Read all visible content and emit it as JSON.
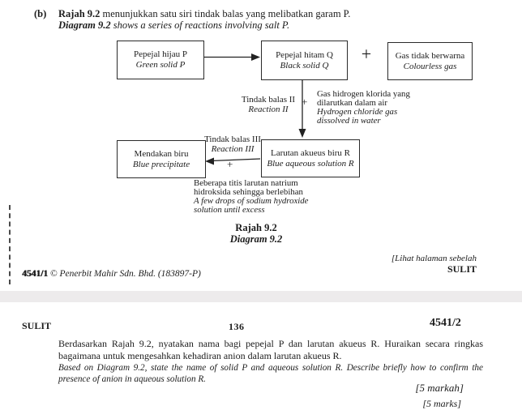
{
  "page1": {
    "question_label": "(b)",
    "intro": {
      "ms_bold": "Rajah 9.2",
      "ms_rest": " menunjukkan satu siri tindak balas yang melibatkan garam P.",
      "en_bold": "Diagram 9.2",
      "en_rest": " shows a series of reactions involving salt P."
    },
    "diagram": {
      "plus": "+",
      "boxes": {
        "green": {
          "ms": "Pepejal hijau P",
          "en": "Green solid P"
        },
        "black": {
          "ms": "Pepejal hitam Q",
          "en": "Black solid Q"
        },
        "gas": {
          "ms": "Gas tidak berwarna",
          "en": "Colourless gas"
        },
        "precipitate": {
          "ms": "Mendakan biru",
          "en": "Blue precipitate"
        },
        "solution": {
          "ms": "Larutan akueus biru R",
          "en": "Blue aqueous solution R"
        }
      },
      "reaction2": {
        "ms": "Tindak balas II",
        "en": "Reaction II"
      },
      "hcl": {
        "ms1": "Gas hidrogen klorida yang",
        "ms2": "dilarutkan dalam air",
        "en1": "Hydrogen chloride gas",
        "en2": "dissolved in water"
      },
      "reaction3": {
        "ms": "Tindak balas III",
        "en": "Reaction III"
      },
      "naoh": {
        "ms1": "Beberapa titis larutan natrium",
        "ms2": "hidroksida sehingga berlebihan",
        "en1": "A few drops of sodium hydroxide",
        "en2": "solution until excess"
      },
      "caption_ms": "Rajah 9.2",
      "caption_en": "Diagram 9.2"
    },
    "footer": {
      "code": "4541/1",
      "publisher": " © Penerbit Mahir Sdn. Bhd. (183897-P)",
      "turn_over": "[Lihat halaman sebelah",
      "sulit": "SULIT"
    }
  },
  "page2": {
    "header": {
      "left": "SULIT",
      "page_number": "136",
      "right": "4541/2"
    },
    "question": {
      "ms1": "Berdasarkan Rajah 9.2, nyatakan nama bagi pepejal P dan larutan akueus R. Huraikan secara ringkas",
      "ms2": "bagaimana untuk mengesahkan kehadiran anion dalam larutan akueus R.",
      "en1": "Based on Diagram 9.2, state the name of solid P and aqueous solution R. Describe briefly how to confirm the",
      "en2": "presence of anion in aqueous solution R."
    },
    "marks_ms": "[5 markah]",
    "marks_en": "[5 marks]"
  }
}
